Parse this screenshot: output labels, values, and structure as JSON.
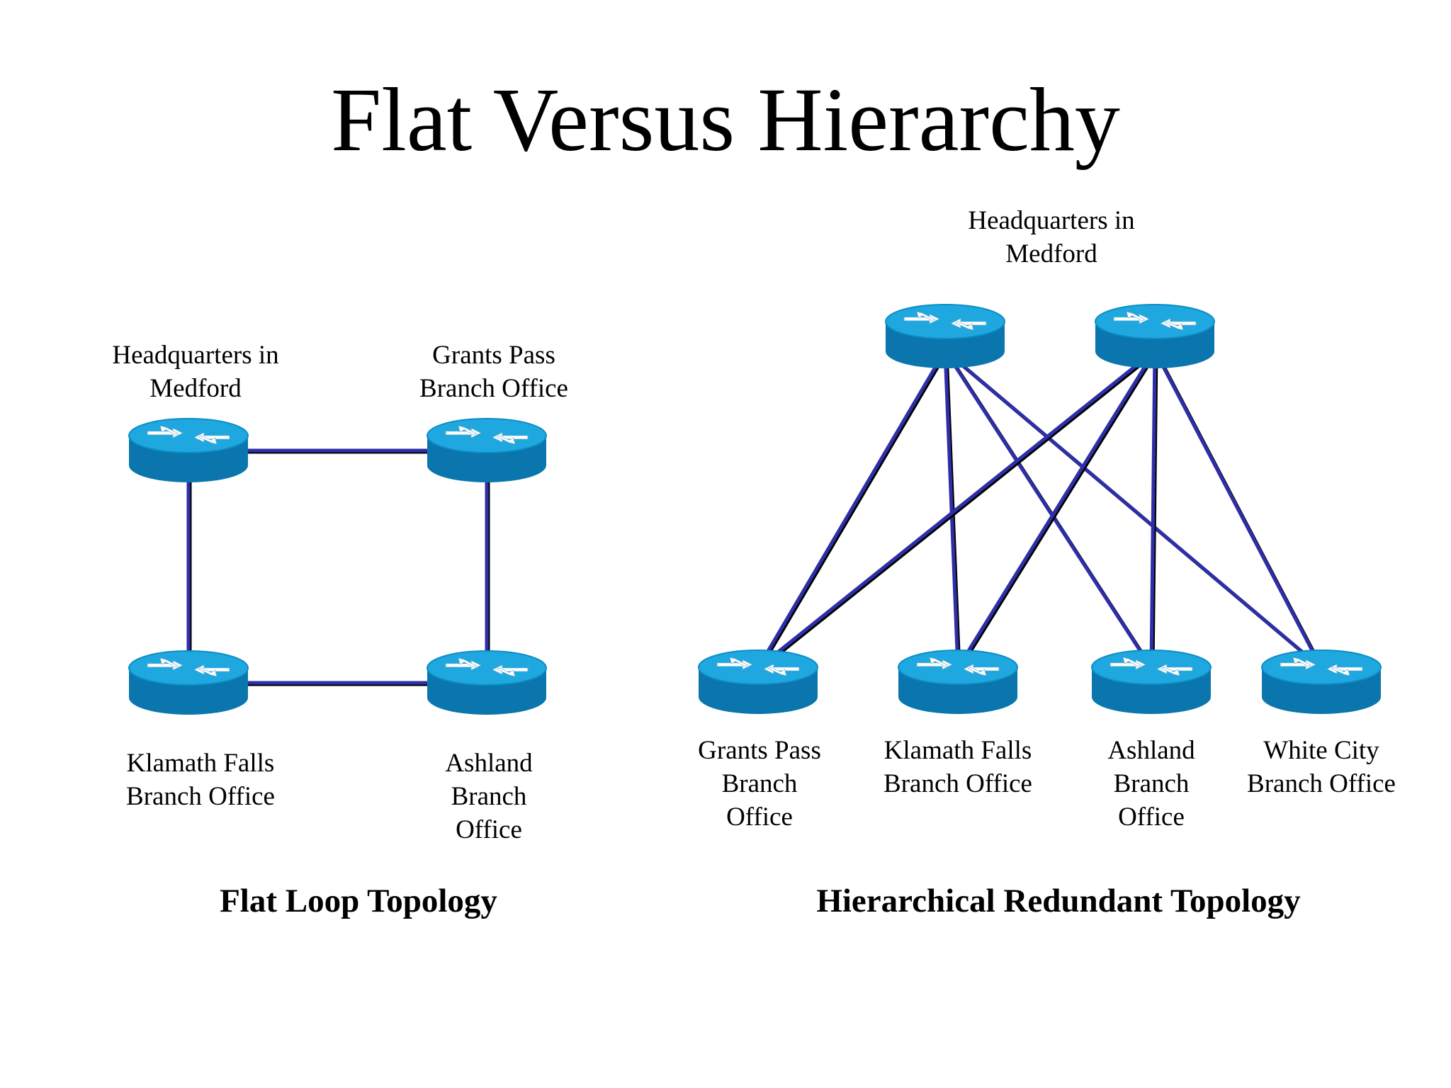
{
  "title": "Flat Versus Hierarchy",
  "colors": {
    "link": "#2e2ea8",
    "router_top": "#1fa8e0",
    "router_side": "#0a76ad",
    "arrow": "#ffffff"
  },
  "icons": {
    "router": "router-icon"
  },
  "flat": {
    "caption": "Flat Loop Topology",
    "nodes": [
      {
        "id": "hq",
        "lines": [
          "Headquarters in",
          "Medford"
        ]
      },
      {
        "id": "grants",
        "lines": [
          "Grants Pass",
          "Branch Office"
        ]
      },
      {
        "id": "klamath",
        "lines": [
          "Klamath Falls",
          "Branch Office"
        ]
      },
      {
        "id": "ashland",
        "lines": [
          "Ashland",
          "Branch",
          "Office"
        ]
      }
    ],
    "links": [
      [
        "hq",
        "grants"
      ],
      [
        "hq",
        "klamath"
      ],
      [
        "grants",
        "ashland"
      ],
      [
        "klamath",
        "ashland"
      ]
    ]
  },
  "hier": {
    "caption": "Hierarchical Redundant Topology",
    "hq_label": [
      "Headquarters in",
      "Medford"
    ],
    "core": [
      {
        "id": "core1"
      },
      {
        "id": "core2"
      }
    ],
    "branches": [
      {
        "id": "grants",
        "lines": [
          "Grants Pass",
          "Branch",
          "Office"
        ]
      },
      {
        "id": "klamath",
        "lines": [
          "Klamath Falls",
          "Branch Office"
        ]
      },
      {
        "id": "ashland",
        "lines": [
          "Ashland",
          "Branch",
          "Office"
        ]
      },
      {
        "id": "whitecity",
        "lines": [
          "White City",
          "Branch Office"
        ]
      }
    ],
    "links": [
      [
        "core1",
        "grants"
      ],
      [
        "core1",
        "klamath"
      ],
      [
        "core1",
        "ashland"
      ],
      [
        "core1",
        "whitecity"
      ],
      [
        "core2",
        "grants"
      ],
      [
        "core2",
        "klamath"
      ],
      [
        "core2",
        "ashland"
      ],
      [
        "core2",
        "whitecity"
      ]
    ]
  }
}
